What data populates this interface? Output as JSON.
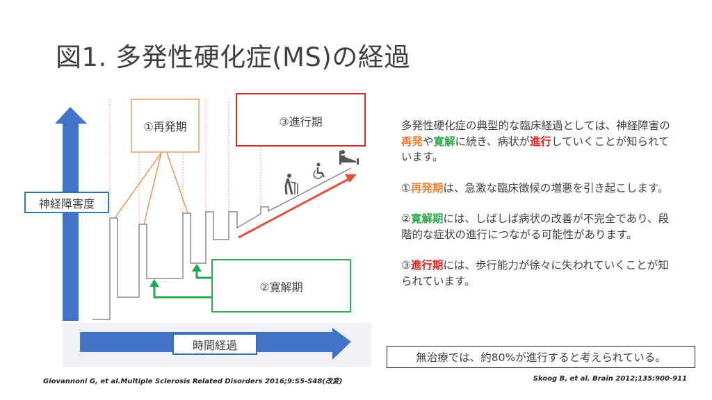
{
  "title": "図1. 多発性硬化症(MS)の経過",
  "diagram": {
    "y_axis_label": "神経障害度",
    "x_axis_label": "時間経過",
    "phase_relapse": "①再発期",
    "phase_remission": "②寛解期",
    "phase_progression": "③進行期",
    "icons": [
      "walker-icon",
      "wheelchair-icon",
      "bed-icon"
    ],
    "colors": {
      "relapse": "#ed7d31",
      "remission": "#2eaa4a",
      "progression": "#e02020",
      "axis": "#4472c4"
    }
  },
  "description": {
    "p1": [
      {
        "t": "多発性硬化症の典型的な臨床経過としては、神経障害の",
        "c": ""
      },
      {
        "t": "再発",
        "c": "relapse"
      },
      {
        "t": "や",
        "c": ""
      },
      {
        "t": "寛解",
        "c": "remit"
      },
      {
        "t": "に続き、病状が",
        "c": ""
      },
      {
        "t": "進行",
        "c": "prog"
      },
      {
        "t": "していくことが知られています。",
        "c": ""
      }
    ],
    "p2": [
      {
        "t": "①",
        "c": ""
      },
      {
        "t": "再発期",
        "c": "relapse"
      },
      {
        "t": "は、急激な臨床徴候の増悪を引き起こします。",
        "c": ""
      }
    ],
    "p3": [
      {
        "t": "②",
        "c": ""
      },
      {
        "t": "寛解期",
        "c": "remit"
      },
      {
        "t": "には、しばしば病状の改善が不完全であり、段階的な症状の進行につながる可能性があります。",
        "c": ""
      }
    ],
    "p4": [
      {
        "t": "③",
        "c": ""
      },
      {
        "t": "進行期",
        "c": "prog"
      },
      {
        "t": "には、歩行能力が徐々に失われていくことが知られています。",
        "c": ""
      }
    ]
  },
  "note": "無治療では、約80%が進行すると考えられている。",
  "citation_left": "Giovannoni G, et al.Multiple Sclerosis Related Disorders 2016;9:S5-S48(改変)",
  "citation_right": "Skoog B, et al. Brain 2012;135:900-911"
}
